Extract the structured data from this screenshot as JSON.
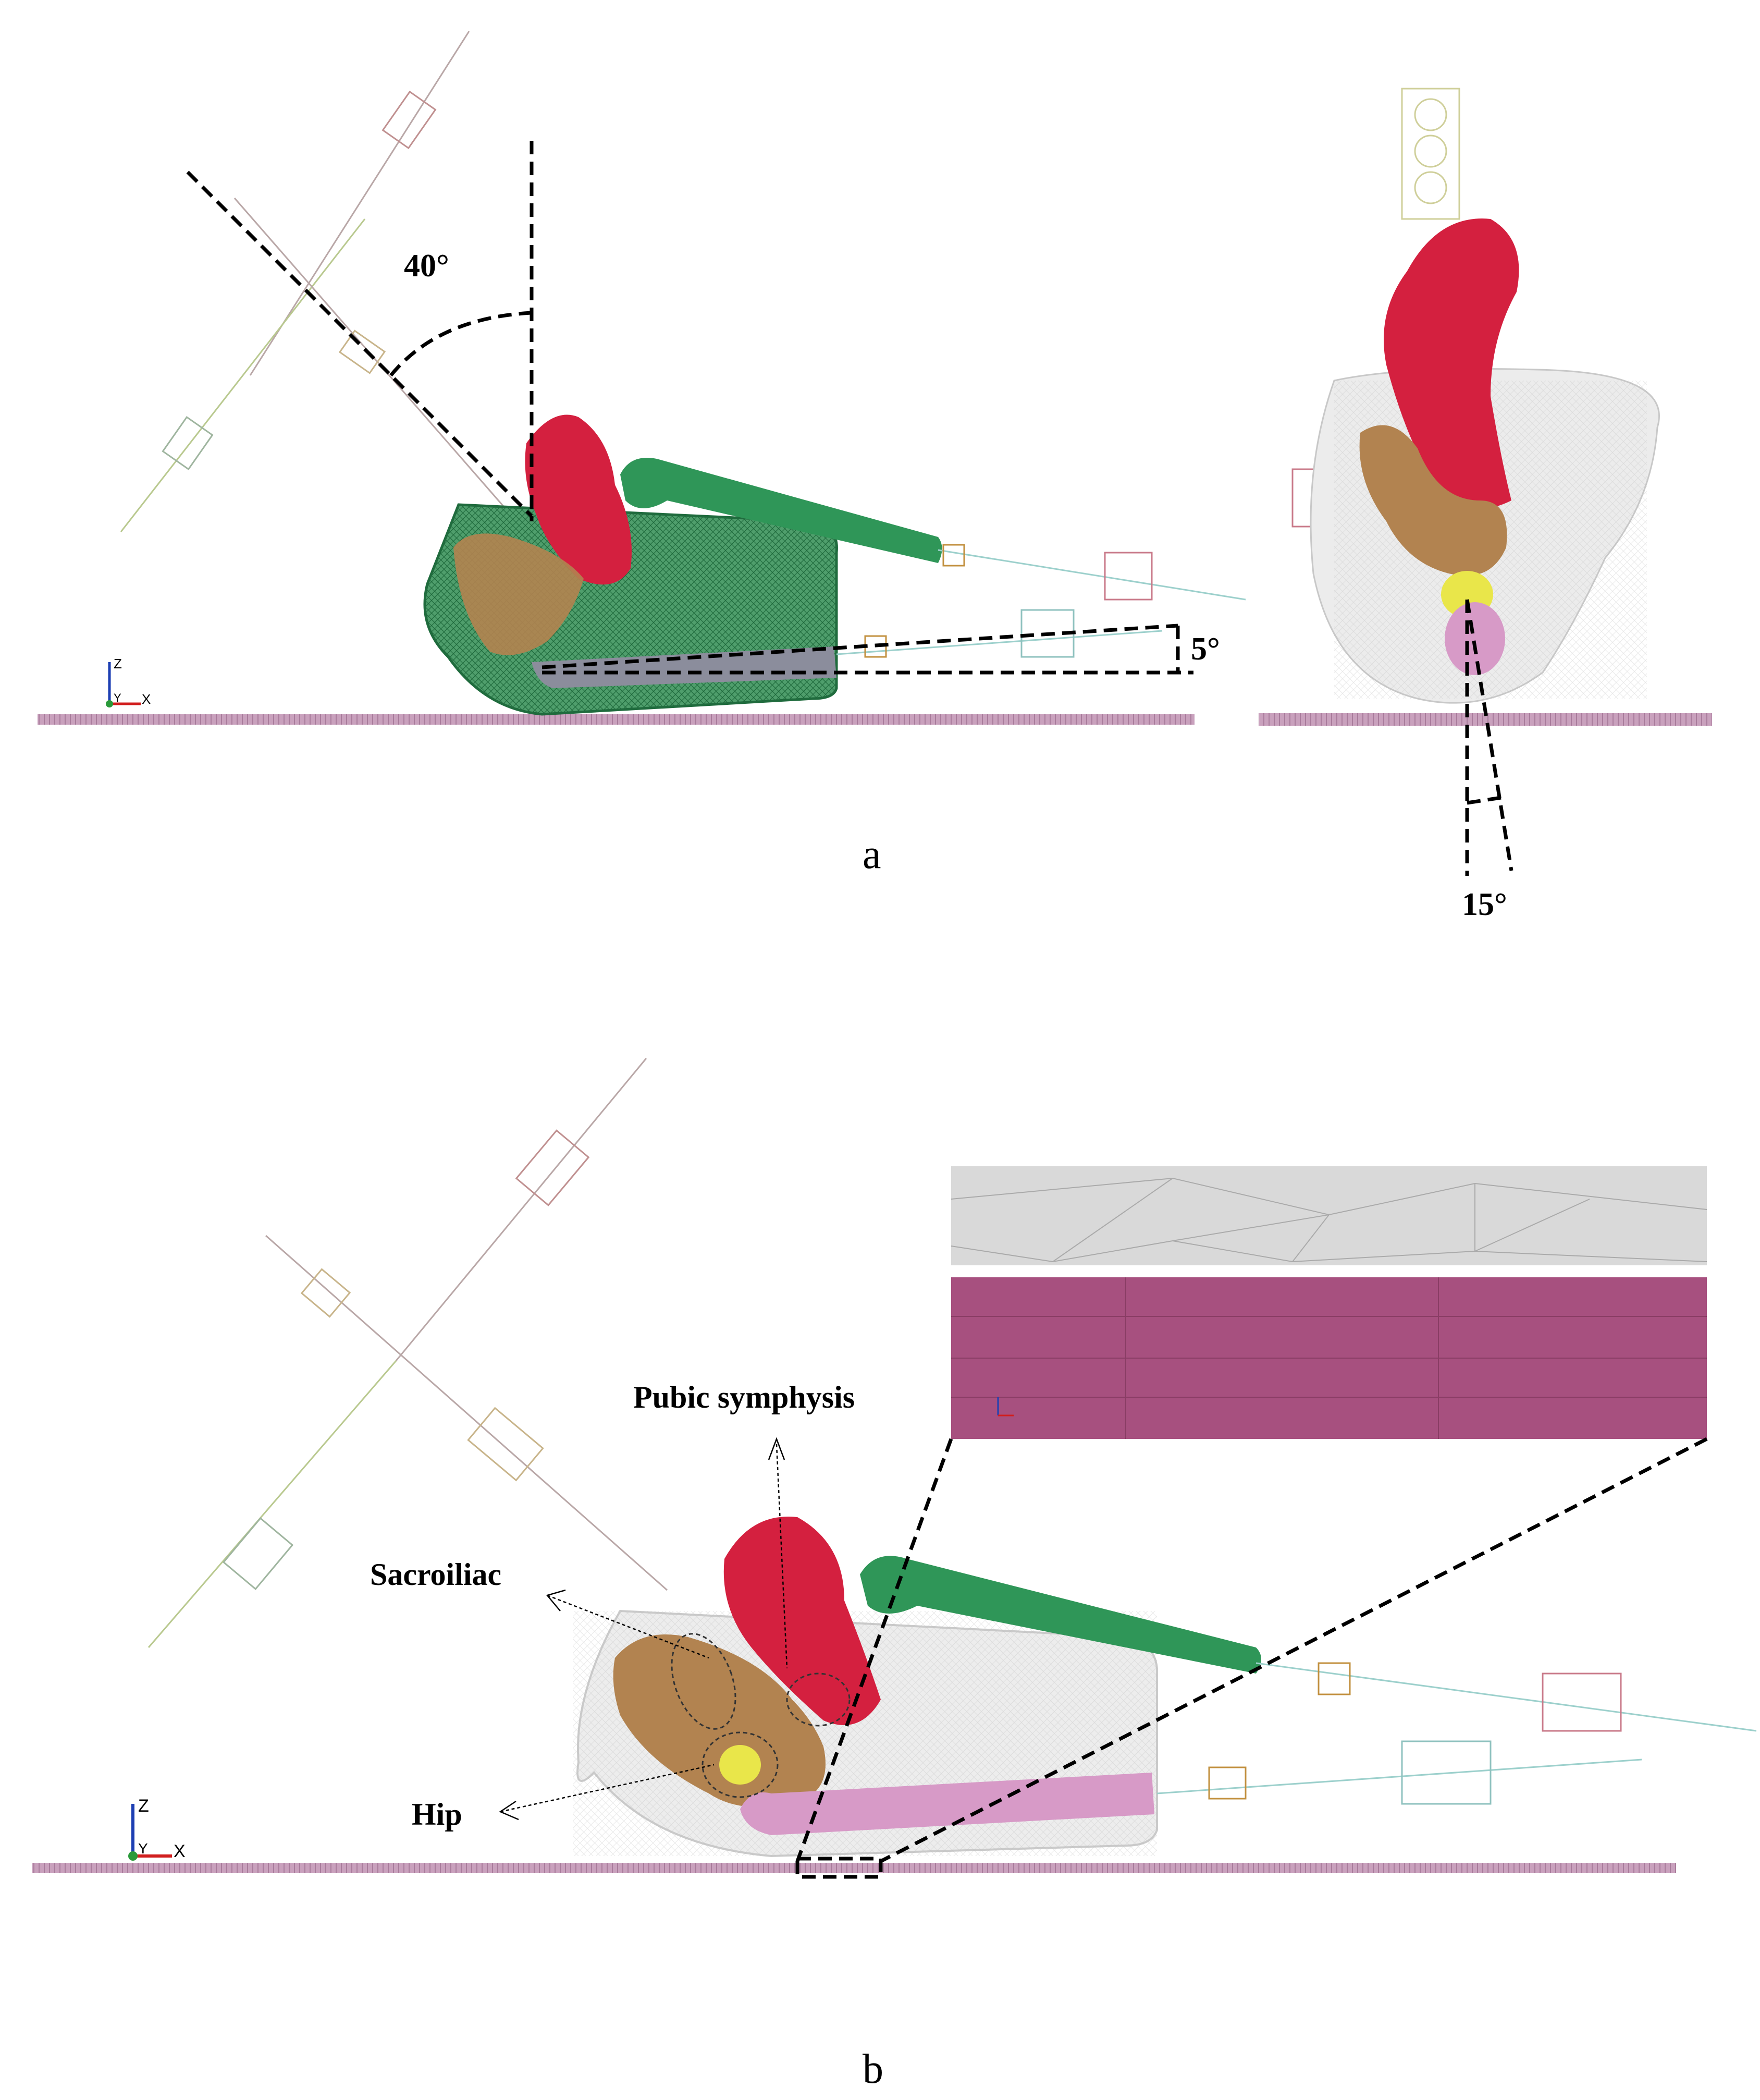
{
  "panels": {
    "a": {
      "caption": "a",
      "angles": {
        "trunk_tilt": "40°",
        "leg_tilt": "5°",
        "pelvis_rotation": "15°"
      },
      "axes": {
        "vertical": "Z",
        "depth": "Y",
        "horizontal": "X"
      }
    },
    "b": {
      "caption": "b",
      "annotations": {
        "pubic": "Pubic symphysis",
        "sacro": "Sacroiliac",
        "hip": "Hip"
      },
      "axes": {
        "vertical": "Z",
        "depth": "Y",
        "horizontal": "X"
      }
    }
  },
  "colors": {
    "floor": "#c9a1bd",
    "ilium": "#d4203f",
    "sacrum": "#b28350",
    "femur_green": "#2f9658",
    "femur_pink": "#d79ac7",
    "soft_tissue": "#d7d7d7",
    "acetabulum": "#e9e64a",
    "zoom_pad": "#a7507f",
    "zoom_mesh": "#d9d9d9"
  }
}
